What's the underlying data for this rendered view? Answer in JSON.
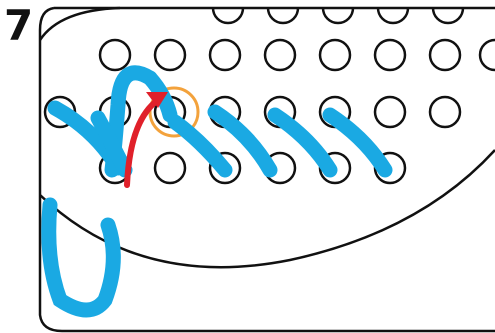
{
  "step": {
    "number": "7"
  },
  "colors": {
    "lace": "#1aa9e3",
    "arrow": "#e0202a",
    "highlight": "#f3a23c",
    "outline": "#111111",
    "background": "#ffffff"
  },
  "diagram": {
    "subject": "shoe-lacing-step",
    "upper_eyelet_rows": 3,
    "lower_eyelet_row_count": 6,
    "highlighted_eyelet": "row-2-col-3",
    "arrow_direction": "up-through-eyelet"
  }
}
